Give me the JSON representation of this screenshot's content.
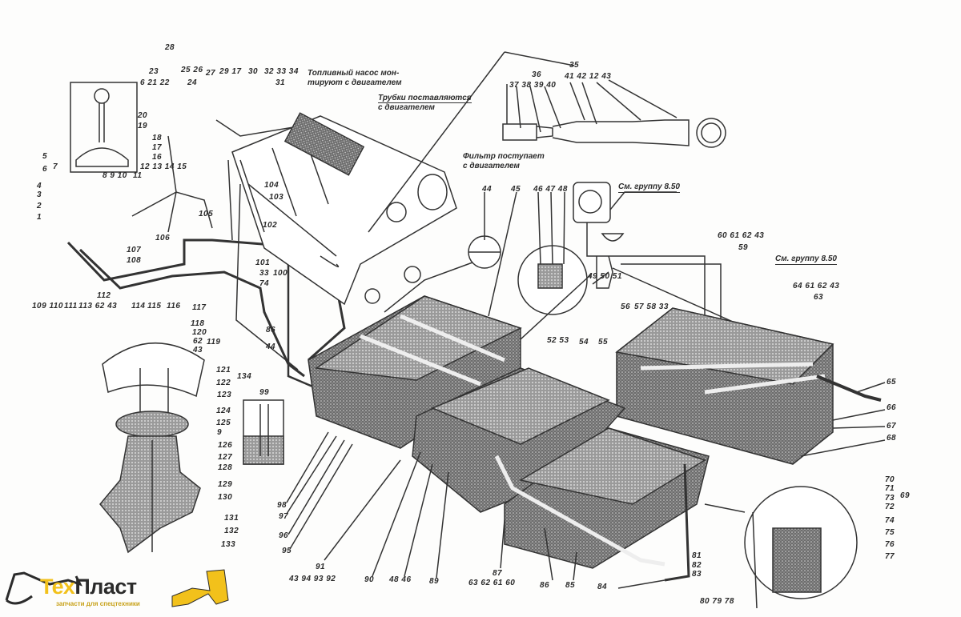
{
  "diagram": {
    "notes": {
      "pump_line1": "Топливный насос мон-",
      "pump_line2": "тируют с двигателем",
      "tubes_line1": "Трубки поставляются",
      "tubes_line2": "с двигателем",
      "filter_line1": "Фильтр поступает",
      "filter_line2": "с двигателем",
      "see_group_a": "См. группу 8.50",
      "see_group_b": "См. группу 8.50"
    },
    "labels": {
      "l28": "28",
      "l23": "23",
      "l2526": "25 26",
      "l27": "27",
      "l24": "24",
      "l62122": "6  21 22",
      "l2917": "29 17",
      "l30": "30",
      "l323334": "32 33 34",
      "l31": "31",
      "l20": "20",
      "l19": "19",
      "l18": "18",
      "l17": "17",
      "l16": "16",
      "l5": "5",
      "l6": "6",
      "l7": "7",
      "l8910": "8  9 10",
      "l11": "11",
      "l12131415": "12 13 14 15",
      "l4": "4",
      "l3": "3",
      "l2": "2",
      "l1": "1",
      "l104": "104",
      "l103": "103",
      "l102": "102",
      "l105": "105",
      "l106": "106",
      "l107": "107",
      "l108": "108",
      "l101": "101",
      "l33b": "33",
      "l100": "100",
      "l74b": "74",
      "l109110": "109 110",
      "l111": "111",
      "l112": "112",
      "l1136243": "113  62  43",
      "l114": "114",
      "l115": "115",
      "l116": "116",
      "l117": "117",
      "l35": "35",
      "l36": "36",
      "l41421243": "41 42 12 43",
      "l37383940": "37 38 39 40",
      "l44": "44",
      "l45": "45",
      "l464748": "46 47 48",
      "l495051": "49  50  51",
      "l60616243": "60 61 62 43",
      "l59": "59",
      "l64616243": "64 61 62 43",
      "l63": "63",
      "l56": "56",
      "l575833": "57 58 33",
      "l5253": "52 53",
      "l54": "54",
      "l55": "55",
      "l86a": "86",
      "l44b": "44",
      "l118": "118",
      "l120": "120",
      "l62b": "62",
      "l43b": "43",
      "l119": "119",
      "l121": "121",
      "l122": "122",
      "l123": "123",
      "l124": "124",
      "l125": "125",
      "l9": "9",
      "l126": "126",
      "l127": "127",
      "l128": "128",
      "l129": "129",
      "l130": "130",
      "l131": "131",
      "l132": "132",
      "l133": "133",
      "l134": "134",
      "l99": "99",
      "l98": "98",
      "l97": "97",
      "l96": "96",
      "l95": "95",
      "l91": "91",
      "l43949392": "43 94 93 92",
      "l90": "90",
      "l4846": "48 46",
      "l89": "89",
      "l87": "87",
      "l63626160": "63 62 61 60",
      "l86": "86",
      "l85": "85",
      "l84": "84",
      "l81": "81",
      "l82": "82",
      "l83": "83",
      "l807978": "80 79 78",
      "l65": "65",
      "l66": "66",
      "l67": "67",
      "l68": "68",
      "l70": "70",
      "l71": "71",
      "l73": "73",
      "l72": "72",
      "l69": "69",
      "l74": "74",
      "l75": "75",
      "l76": "76",
      "l77": "77"
    }
  },
  "logo": {
    "brand_a": "Тех",
    "brand_b": "Пласт",
    "tagline": "запчасти для спецтехники"
  },
  "colors": {
    "ink": "#2a2a2a",
    "logo_yellow": "#f2c11b",
    "paper": "#fdfdfc"
  }
}
